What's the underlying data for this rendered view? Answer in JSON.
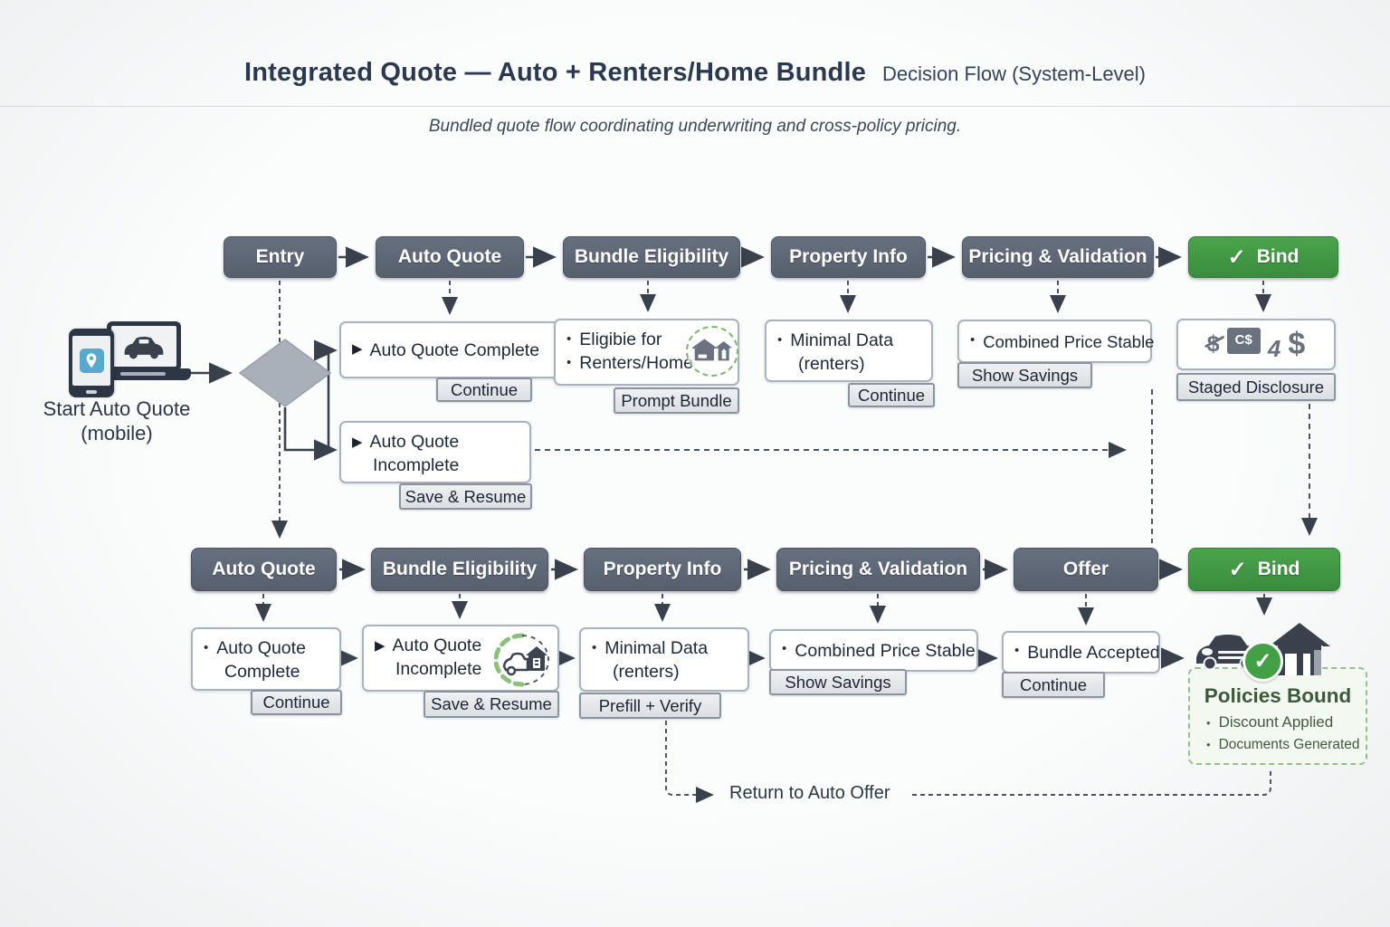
{
  "header": {
    "title": "Integrated Quote — Auto + Renters/Home Bundle",
    "title_suffix": "Decision Flow (System-Level)",
    "subtitle": "Bundled quote flow coordinating underwriting and cross-policy pricing."
  },
  "icons": {
    "check": "✓",
    "play": "▶",
    "bullet": "•"
  },
  "colors": {
    "stage_gray": "#5d6572",
    "bind_green": "#3f9441",
    "check_green": "#44a047",
    "outcome_border_green": "#94c187",
    "outcome_bg_green": "#f3f8f1",
    "connector": "#39414d"
  },
  "start": {
    "line1": "Start Auto Quote",
    "line2": "(mobile)"
  },
  "row1": {
    "stages": [
      {
        "label": "Entry"
      },
      {
        "label": "Auto Quote"
      },
      {
        "label": "Bundle Eligibility"
      },
      {
        "label": "Property Info"
      },
      {
        "label": "Pricing & Validation"
      },
      {
        "label": "Bind"
      }
    ],
    "auto_quote_complete": {
      "title": "Auto Quote Complete",
      "button": "Continue"
    },
    "auto_quote_incomplete": {
      "line1": "Auto Quote",
      "line2": "Incomplete",
      "button": "Save & Resume"
    },
    "bundle_eligibility": {
      "line1": "Eligibie for",
      "line2": "Renters/Home",
      "button": "Prompt Bundle"
    },
    "property_info": {
      "line1": "Minimal Data",
      "line2": "(renters)",
      "button": "Continue"
    },
    "pricing": {
      "title": "Combined Price Stable",
      "button": "Show Savings"
    },
    "disclosure": {
      "slashed_dollar": "$",
      "tag": "C$",
      "four": "4",
      "dollar": "$",
      "button": "Staged Disclosure"
    }
  },
  "row2": {
    "stages": [
      {
        "label": "Auto Quote"
      },
      {
        "label": "Bundle Eligibility"
      },
      {
        "label": "Property Info"
      },
      {
        "label": "Pricing & Validation"
      },
      {
        "label": "Offer"
      },
      {
        "label": "Bind"
      }
    ],
    "auto_quote_complete": {
      "line1": "Auto Quote",
      "line2": "Complete",
      "button": "Continue"
    },
    "auto_quote_incomplete": {
      "line1": "Auto Quote",
      "line2": "Incomplete",
      "button": "Save & Resume"
    },
    "property_info": {
      "line1": "Minimal Data",
      "line2": "(renters)",
      "button": "Prefill + Verify"
    },
    "pricing": {
      "title": "Combined Price Stable",
      "button": "Show Savings"
    },
    "offer_detail": {
      "title": "Bundle Accepted",
      "button": "Continue"
    },
    "outcome": {
      "title": "Policies Bound",
      "bullets": [
        "Discount Applied",
        "Documents Generated"
      ]
    }
  },
  "footer": {
    "return_label": "Return to Auto Offer"
  }
}
